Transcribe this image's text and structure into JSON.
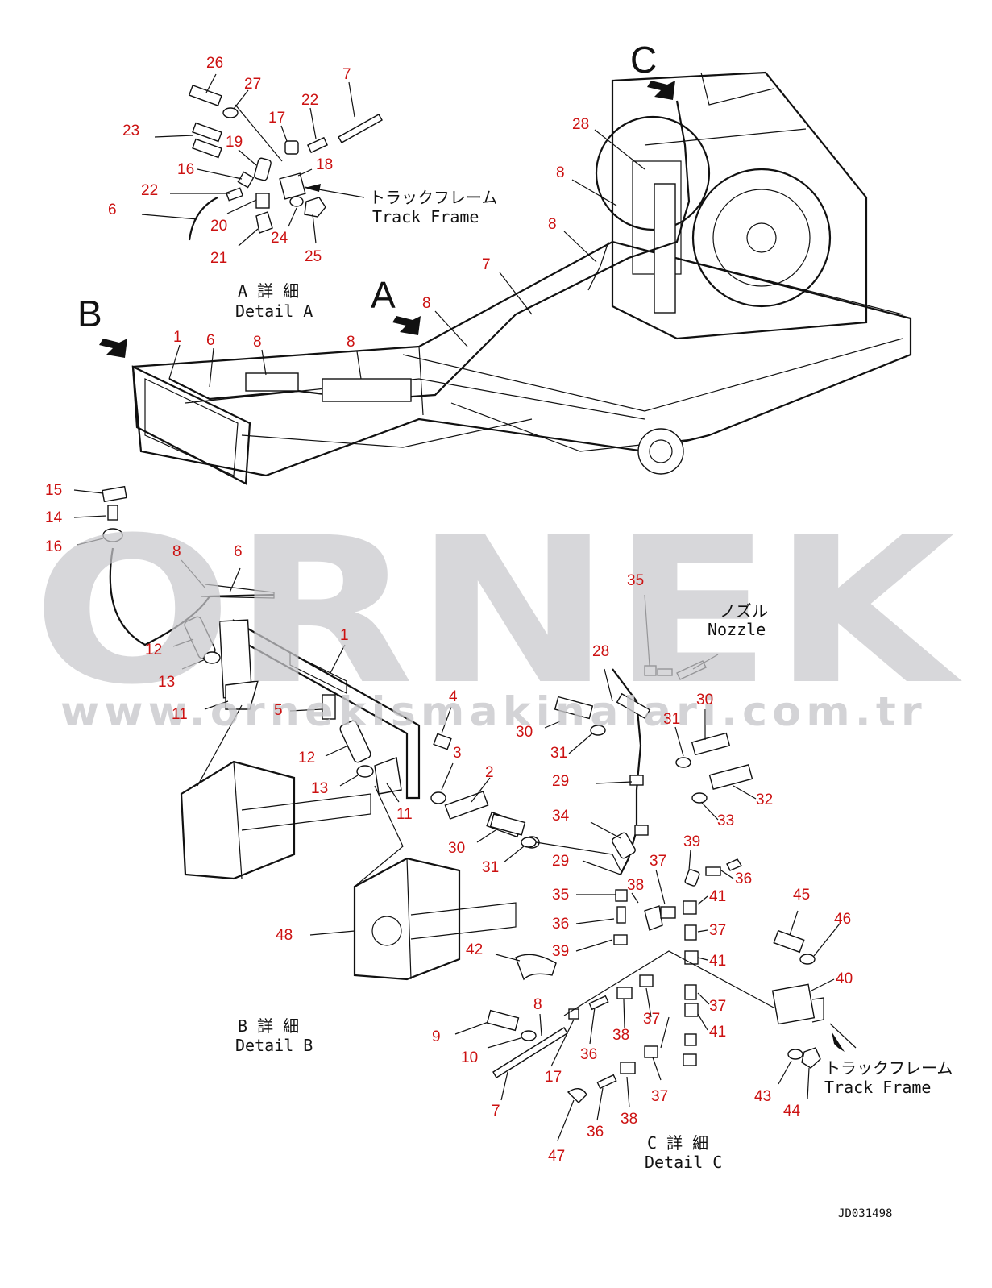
{
  "callouts": [
    {
      "id": "c26",
      "text": "26"
    },
    {
      "id": "c27",
      "text": "27"
    },
    {
      "id": "c7a",
      "text": "7"
    },
    {
      "id": "c22a",
      "text": "22"
    },
    {
      "id": "c17a",
      "text": "17"
    },
    {
      "id": "c23",
      "text": "23"
    },
    {
      "id": "c19",
      "text": "19"
    },
    {
      "id": "c18",
      "text": "18"
    },
    {
      "id": "c16a",
      "text": "16"
    },
    {
      "id": "c22b",
      "text": "22"
    },
    {
      "id": "c6a",
      "text": "6"
    },
    {
      "id": "c20",
      "text": "20"
    },
    {
      "id": "c24",
      "text": "24"
    },
    {
      "id": "c25",
      "text": "25"
    },
    {
      "id": "c21",
      "text": "21"
    },
    {
      "id": "c28a",
      "text": "28"
    },
    {
      "id": "c8a",
      "text": "8"
    },
    {
      "id": "c8b",
      "text": "8"
    },
    {
      "id": "c7b",
      "text": "7"
    },
    {
      "id": "c8c",
      "text": "8"
    },
    {
      "id": "c1a",
      "text": "1"
    },
    {
      "id": "c6b",
      "text": "6"
    },
    {
      "id": "c8d",
      "text": "8"
    },
    {
      "id": "c8e",
      "text": "8"
    },
    {
      "id": "c15",
      "text": "15"
    },
    {
      "id": "c14",
      "text": "14"
    },
    {
      "id": "c16b",
      "text": "16"
    },
    {
      "id": "c8f",
      "text": "8"
    },
    {
      "id": "c6c",
      "text": "6"
    },
    {
      "id": "c12a",
      "text": "12"
    },
    {
      "id": "c13a",
      "text": "13"
    },
    {
      "id": "c1b",
      "text": "1"
    },
    {
      "id": "c11a",
      "text": "11"
    },
    {
      "id": "c5",
      "text": "5"
    },
    {
      "id": "c4",
      "text": "4"
    },
    {
      "id": "c3",
      "text": "3"
    },
    {
      "id": "c12b",
      "text": "12"
    },
    {
      "id": "c13b",
      "text": "13"
    },
    {
      "id": "c11b",
      "text": "11"
    },
    {
      "id": "c2",
      "text": "2"
    },
    {
      "id": "c30a",
      "text": "30"
    },
    {
      "id": "c31a",
      "text": "31"
    },
    {
      "id": "c48",
      "text": "48"
    },
    {
      "id": "c35a",
      "text": "35"
    },
    {
      "id": "c28b",
      "text": "28"
    },
    {
      "id": "c30b",
      "text": "30"
    },
    {
      "id": "c30c",
      "text": "30"
    },
    {
      "id": "c31b",
      "text": "31"
    },
    {
      "id": "c31c",
      "text": "31"
    },
    {
      "id": "c29a",
      "text": "29"
    },
    {
      "id": "c32",
      "text": "32"
    },
    {
      "id": "c33",
      "text": "33"
    },
    {
      "id": "c34",
      "text": "34"
    },
    {
      "id": "c29b",
      "text": "29"
    },
    {
      "id": "c37a",
      "text": "37"
    },
    {
      "id": "c39a",
      "text": "39"
    },
    {
      "id": "c36a",
      "text": "36"
    },
    {
      "id": "c38a",
      "text": "38"
    },
    {
      "id": "c35b",
      "text": "35"
    },
    {
      "id": "c41a",
      "text": "41"
    },
    {
      "id": "c36b",
      "text": "36"
    },
    {
      "id": "c37b",
      "text": "37"
    },
    {
      "id": "c39b",
      "text": "39"
    },
    {
      "id": "c45",
      "text": "45"
    },
    {
      "id": "c46",
      "text": "46"
    },
    {
      "id": "c42",
      "text": "42"
    },
    {
      "id": "c41b",
      "text": "41"
    },
    {
      "id": "c40",
      "text": "40"
    },
    {
      "id": "c8g",
      "text": "8"
    },
    {
      "id": "c37c",
      "text": "37"
    },
    {
      "id": "c9",
      "text": "9"
    },
    {
      "id": "c10",
      "text": "10"
    },
    {
      "id": "c36c",
      "text": "36"
    },
    {
      "id": "c38b",
      "text": "38"
    },
    {
      "id": "c37d",
      "text": "37"
    },
    {
      "id": "c41c",
      "text": "41"
    },
    {
      "id": "c17b",
      "text": "17"
    },
    {
      "id": "c7c",
      "text": "7"
    },
    {
      "id": "c37e",
      "text": "37"
    },
    {
      "id": "c43",
      "text": "43"
    },
    {
      "id": "c44",
      "text": "44"
    },
    {
      "id": "c36d",
      "text": "36"
    },
    {
      "id": "c38c",
      "text": "38"
    },
    {
      "id": "c47",
      "text": "47"
    }
  ],
  "view_letters": {
    "a": "A",
    "b": "B",
    "c": "C"
  },
  "labels": {
    "track_frame_jp_1": "トラックフレーム",
    "track_frame_en_1": "Track Frame",
    "detail_a_jp": "A 詳 細",
    "detail_a_en": "Detail A",
    "nozzle_jp": "ノズル",
    "nozzle_en": "Nozzle",
    "detail_b_jp": "B 詳 細",
    "detail_b_en": "Detail B",
    "track_frame_jp_2": "トラックフレーム",
    "track_frame_en_2": "Track Frame",
    "detail_c_jp": "C 詳 細",
    "detail_c_en": "Detail C"
  },
  "drawing_code": "JD031498",
  "watermark": {
    "brand": "ORNEK",
    "url": "www.ornekismakinalari.com.tr"
  },
  "colors": {
    "callout": "#cc1111",
    "line": "#111111",
    "watermark": "#c9c9cc"
  }
}
